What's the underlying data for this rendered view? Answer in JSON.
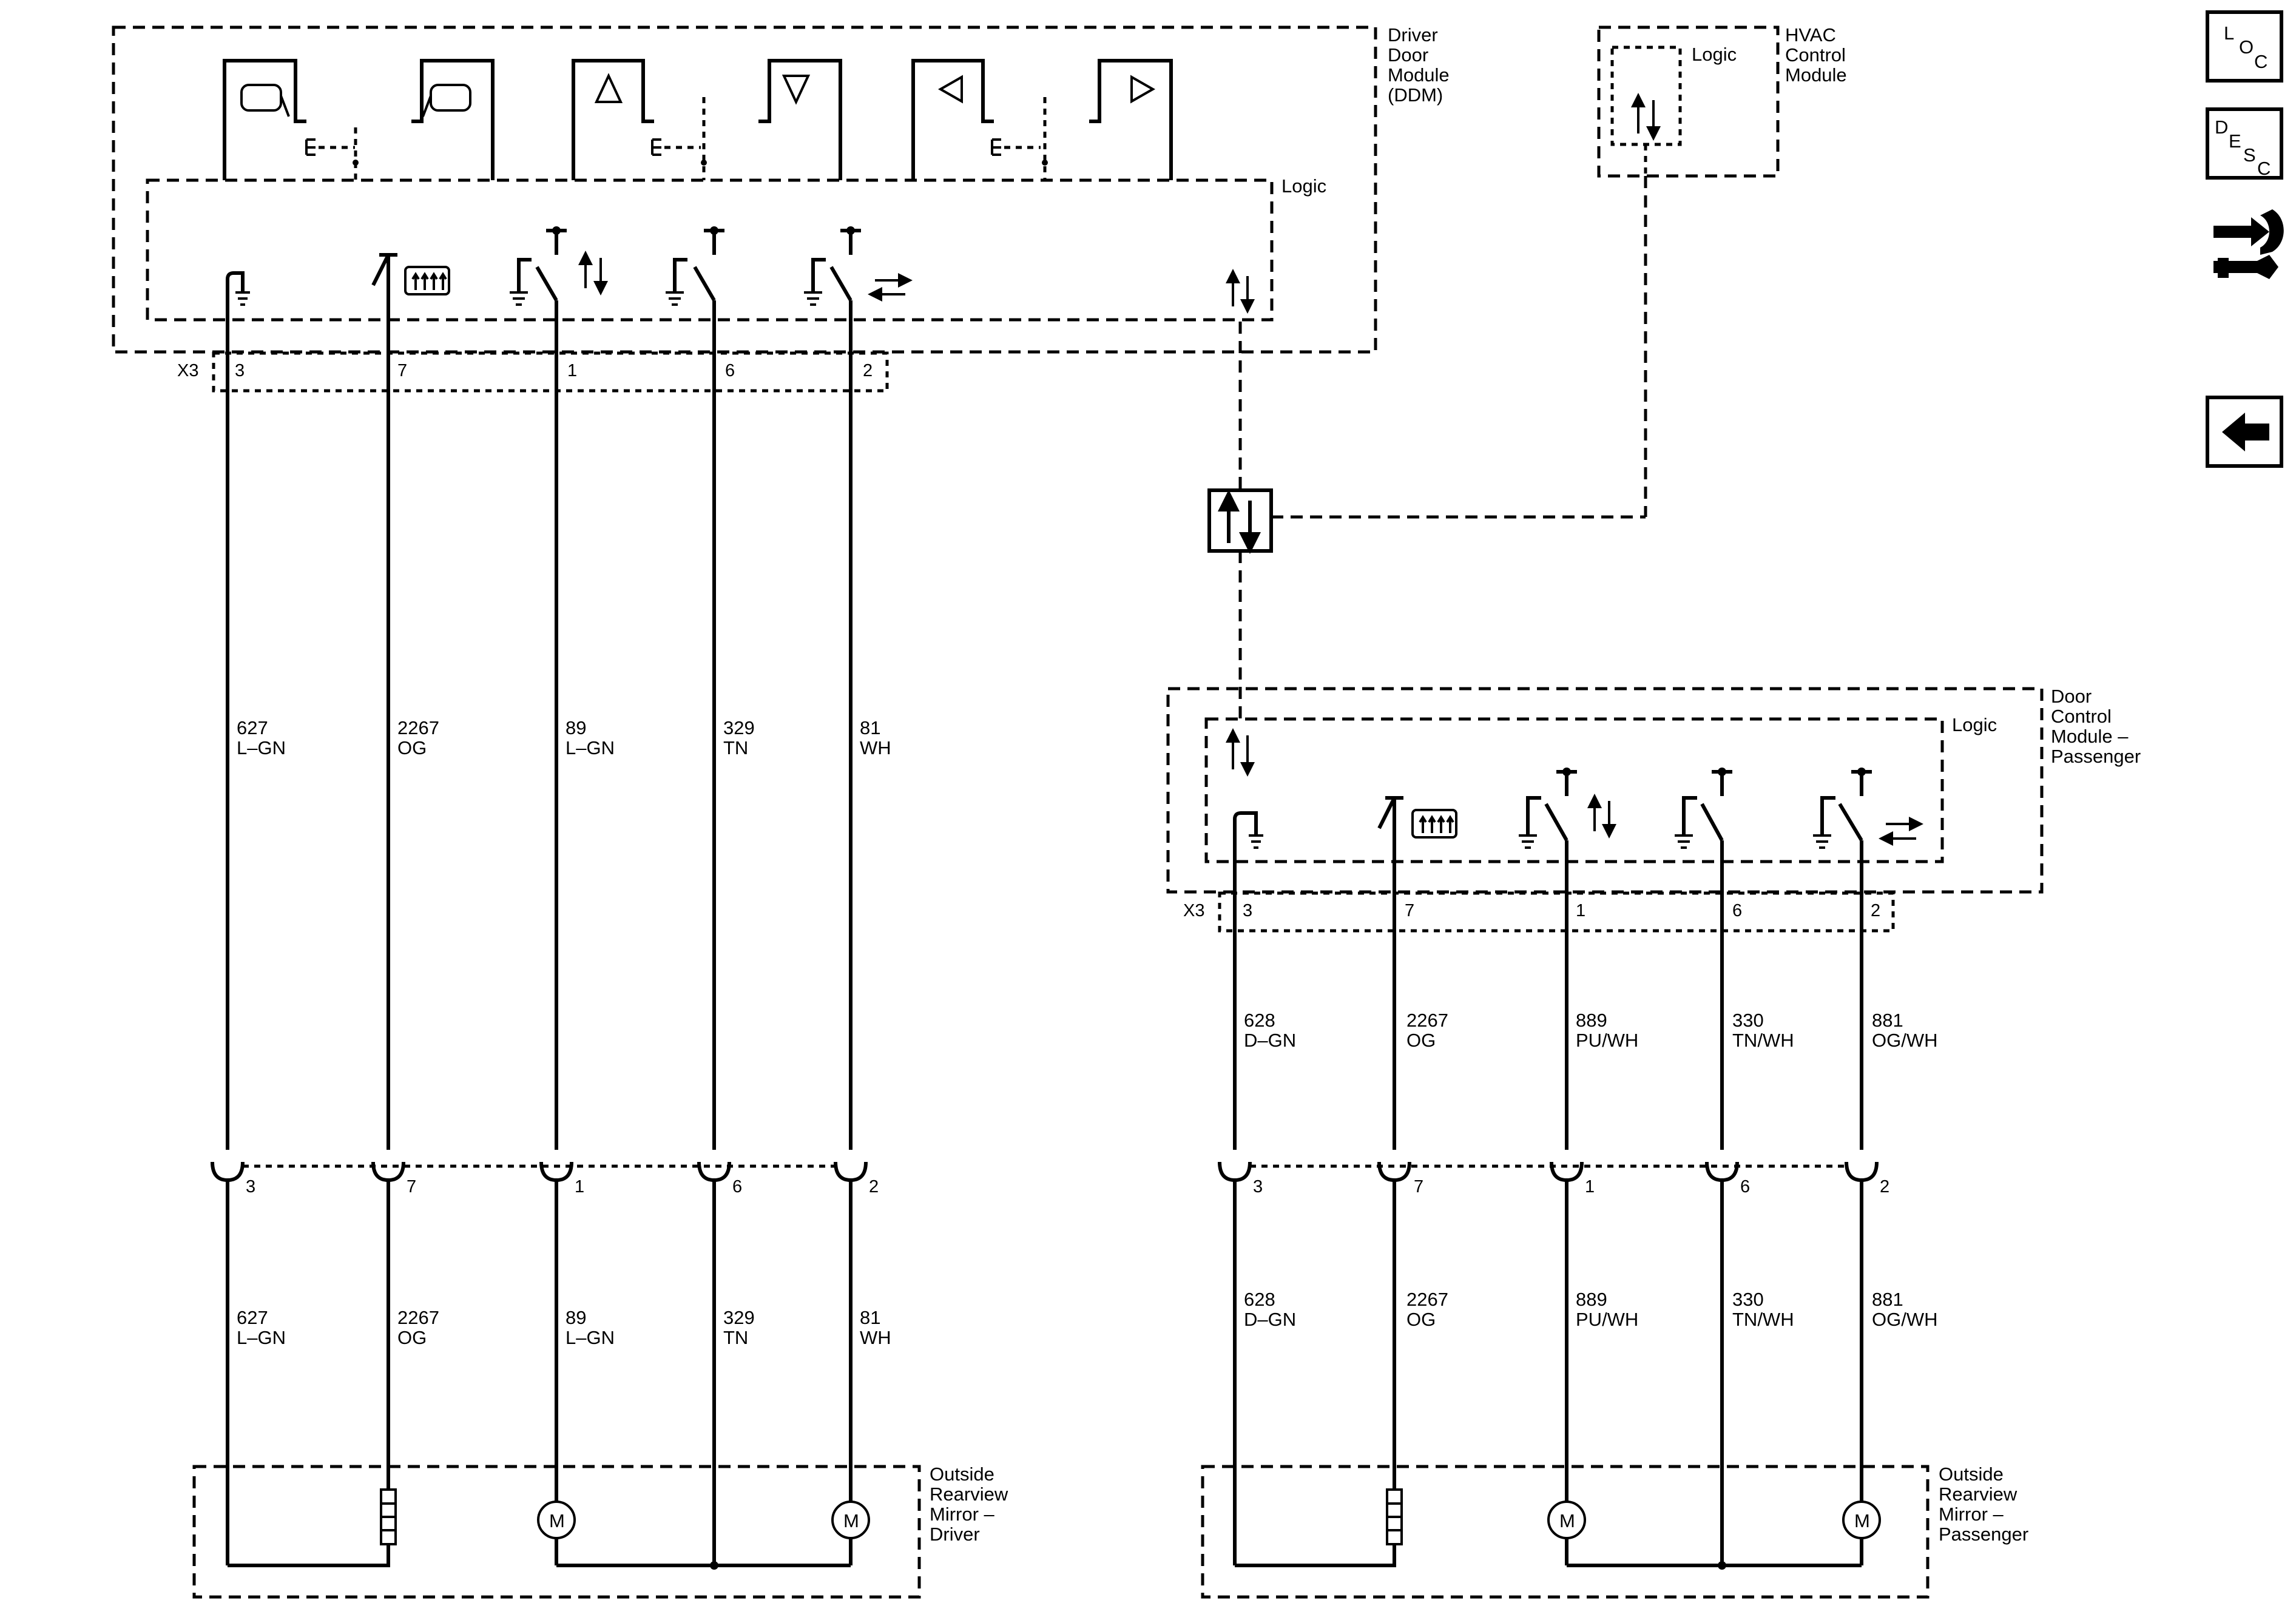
{
  "modules": {
    "ddm": [
      "Driver",
      "Door",
      "Module",
      "(DDM)"
    ],
    "hvac": [
      "HVAC",
      "Control",
      "Module"
    ],
    "dcm_pass": [
      "Door",
      "Control",
      "Module –",
      "Passenger"
    ],
    "mirror_driver": [
      "Outside",
      "Rearview",
      "Mirror –",
      "Driver"
    ],
    "mirror_pass": [
      "Outside",
      "Rearview",
      "Mirror –",
      "Passenger"
    ]
  },
  "logic_label": "Logic",
  "connector": "X3",
  "pins": [
    "3",
    "7",
    "1",
    "6",
    "2"
  ],
  "driver_wires": [
    {
      "circuit": "627",
      "color": "L–GN"
    },
    {
      "circuit": "2267",
      "color": "OG"
    },
    {
      "circuit": "89",
      "color": "L–GN"
    },
    {
      "circuit": "329",
      "color": "TN"
    },
    {
      "circuit": "81",
      "color": "WH"
    }
  ],
  "pass_wires": [
    {
      "circuit": "628",
      "color": "D–GN"
    },
    {
      "circuit": "2267",
      "color": "OG"
    },
    {
      "circuit": "889",
      "color": "PU/WH"
    },
    {
      "circuit": "330",
      "color": "TN/WH"
    },
    {
      "circuit": "881",
      "color": "OG/WH"
    }
  ],
  "motor_symbol": "M",
  "side_nav": {
    "loc": [
      "L",
      "O",
      "C"
    ],
    "desc": [
      "D",
      "E",
      "S",
      "C"
    ],
    "service_icon": "service-tools-icon",
    "back_icon": "back-arrow-icon"
  }
}
